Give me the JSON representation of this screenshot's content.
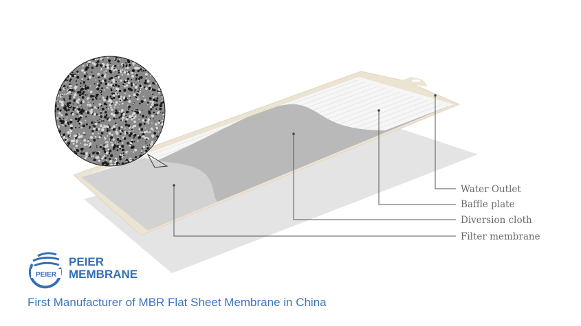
{
  "diagram": {
    "labels": {
      "water_outlet": "Water Outlet",
      "baffle_plate": "Baffle plate",
      "diversion_cloth": "Diversion cloth",
      "filter_membrane": "Filter membrane"
    }
  },
  "brand": {
    "logo_text": "PEIER",
    "name_line1": "PEIER",
    "name_line2": "MEMBRANE",
    "tagline": "First Manufacturer of MBR Flat Sheet Membrane in China",
    "color": "#3470b6"
  }
}
